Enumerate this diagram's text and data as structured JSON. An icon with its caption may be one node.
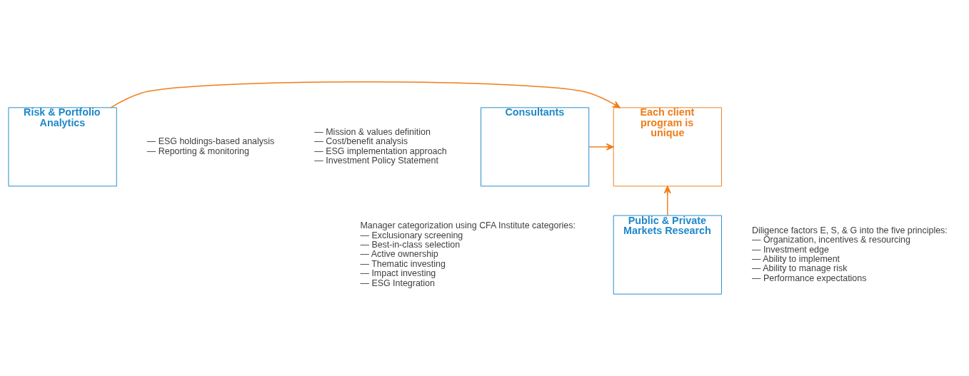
{
  "diagram": {
    "nodes": [
      {
        "text": [
          "Consultants"
        ],
        "beside": [
          "— Mission & values definition",
          "— Cost/benefit analysis",
          "— ESG implementation approach",
          "— Investment Policy Statement"
        ]
      },
      {
        "text": [
          "Each client program is unique"
        ]
      },
      {
        "text": [
          "Risk & Portfolio Analytics"
        ],
        "beside": [
          "— ESG holdings-based analysis",
          "— Reporting & monitoring"
        ]
      },
      {
        "text": [
          "Public & Private Markets Research"
        ],
        "beside": [
          "Manager categorization using CFA Institute categories:",
          "— Exclusionary screening",
          "— Best-in-class selection",
          "— Active ownership",
          "— Thematic investing",
          "— Impact investing",
          "— ESG Integration",
          "Diligence factors E, S, & G into the five principles:",
          "— Organization, incentives & resourcing",
          "— Investment edge",
          "— Ability to implement",
          "— Ability to manage risk",
          "— Performance expectations"
        ]
      }
    ],
    "edges": [
      {
        "from": 0,
        "to": 1,
        "arrow": "to"
      },
      {
        "from": 2,
        "to": 1,
        "arrow": "to"
      },
      {
        "from": 3,
        "to": 1,
        "arrow": "to"
      }
    ]
  }
}
